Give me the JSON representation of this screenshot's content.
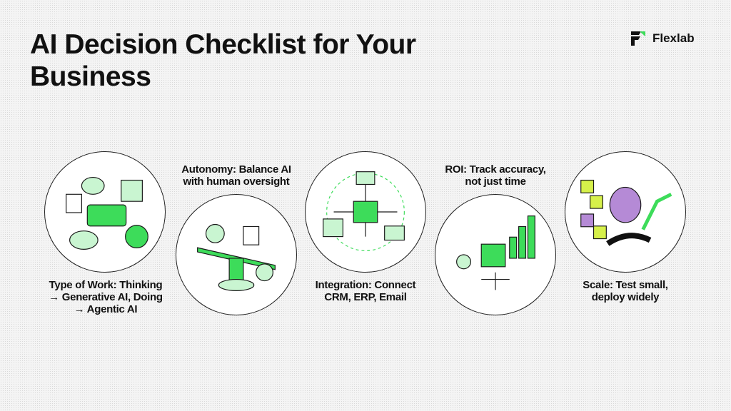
{
  "header": {
    "title_line1": "AI Decision Checklist for Your",
    "title_line2": "Business"
  },
  "brand": {
    "name": "Flexlab",
    "accent": "#3ddc5a",
    "icon": "flexlab-logo-icon"
  },
  "items": [
    {
      "line1": "Type of Work: Thinking",
      "line2": "→ Generative AI, Doing",
      "line3": "→ Agentic AI",
      "icon": "robot-workflow-illustration"
    },
    {
      "line1": "Autonomy: Balance AI",
      "line2": "with human oversight",
      "icon": "balance-scale-illustration"
    },
    {
      "line1": "Integration: Connect",
      "line2": "CRM, ERP, Email",
      "icon": "chip-integration-illustration"
    },
    {
      "line1": "ROI: Track accuracy,",
      "line2": "not just time",
      "icon": "ai-chip-chart-illustration"
    },
    {
      "line1": "Scale: Test small,",
      "line2": "deploy widely",
      "icon": "brain-scaling-illustration"
    }
  ]
}
